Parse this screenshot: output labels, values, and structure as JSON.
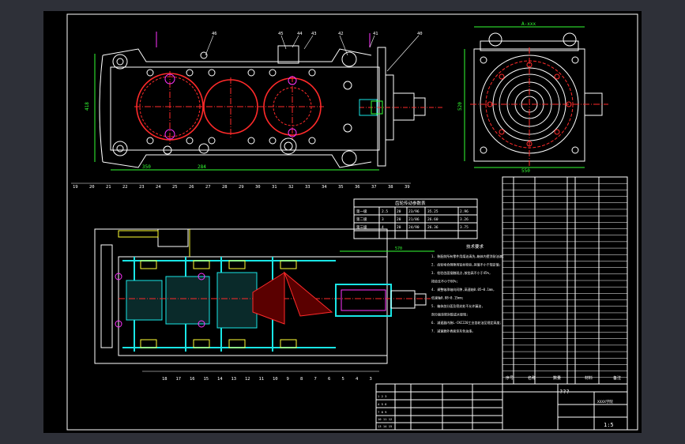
{
  "canvas": {
    "background": "#2e3038",
    "sheet_color": "#000000",
    "frame_color": "#ffffff"
  },
  "colors": {
    "red": "#ff2a2a",
    "white": "#ffffff",
    "cyan": "#19e6e6",
    "yellow": "#ffff33",
    "green": "#33ff33",
    "magenta": "#ff33ff",
    "blue": "#5a6bff"
  },
  "top_view": {
    "callouts_top": [
      "46",
      "45",
      "44",
      "43",
      "42",
      "41",
      "40"
    ],
    "callouts_bottom": [
      "19",
      "20",
      "21",
      "22",
      "23",
      "24",
      "25",
      "26",
      "27",
      "28",
      "29",
      "30",
      "31",
      "32",
      "33",
      "34",
      "35",
      "36",
      "37",
      "38",
      "39"
    ],
    "dim_left": "418",
    "dim_bottom_a": "350",
    "dim_bottom_b": "284"
  },
  "side_view": {
    "dim_top": "A-xxx",
    "dim_left": "520",
    "dim_bottom": "550"
  },
  "section_view": {
    "callouts_bottom": [
      "18",
      "17",
      "16",
      "15",
      "14",
      "13",
      "12",
      "11",
      "10",
      "9",
      "8",
      "7",
      "6",
      "5",
      "4",
      "3"
    ],
    "dim_top": "570"
  },
  "param_table": {
    "title": "齿轮传动参数表",
    "rows": [
      [
        "第一级",
        "2.5",
        "20",
        "23/96",
        "35.25",
        "2.96"
      ],
      [
        "第二级",
        "3",
        "20",
        "21/86",
        "26.60",
        "3.26"
      ],
      [
        "第三级",
        "4",
        "20",
        "24/90",
        "26.36",
        "3.75"
      ]
    ]
  },
  "tech_req": {
    "title": "技术要求",
    "lines": [
      "1. 装配前所有零件用煤油清洗,箱体内壁涂耐油漆;",
      "2. 齿轮啮合侧隙用铅丝检验,其值不小于规定值;",
      "3. 检验齿面接触斑点,按齿高不小于45%,",
      "   按齿长不小于60%;",
      "4. 调整轴承轴向间隙,高速轴0.05~0.1mm,",
      "   低速轴0.08~0.15mm;",
      "5. 箱体剖分面及密封处不允许漏油,",
      "   剖分面涂密封胶或水玻璃;",
      "6. 减速器内装L-CKC220工业齿轮油至规定高度;",
      "7. 减速器外表面涂灰色油漆。"
    ]
  },
  "parts_list": {
    "rows_visible": 32
  },
  "title_block": {
    "drawing_title": "???",
    "school": "XXXX学院",
    "drawing_no": "1:5",
    "header_labels": [
      "序号",
      "名称",
      "数量",
      "材料",
      "备注"
    ]
  }
}
